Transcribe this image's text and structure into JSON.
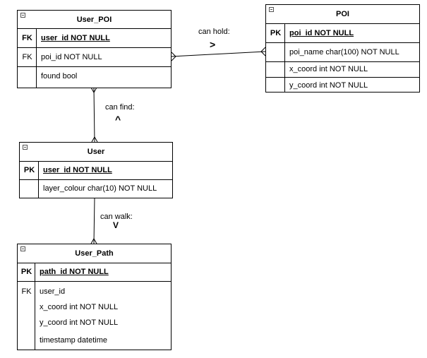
{
  "entities": {
    "user_poi": {
      "title": "User_POI",
      "rows": [
        {
          "key": "FK",
          "attr": "user_id NOT NULL"
        },
        {
          "key": "FK",
          "attr": "poi_id  NOT NULL"
        },
        {
          "key": "",
          "attr": "found bool"
        }
      ]
    },
    "poi": {
      "title": "POI",
      "pk": {
        "key": "PK",
        "attr": "poi_id NOT NULL"
      },
      "rows": [
        {
          "attr": "poi_name char(100) NOT NULL"
        },
        {
          "attr": "x_coord int NOT NULL"
        },
        {
          "attr": "y_coord int NOT NULL"
        }
      ]
    },
    "user": {
      "title": "User",
      "pk": {
        "key": "PK",
        "attr": "user_id NOT NULL"
      },
      "rows": [
        {
          "attr": "layer_colour char(10) NOT NULL"
        }
      ]
    },
    "user_path": {
      "title": "User_Path",
      "pk": {
        "key": "PK",
        "attr": "path_id NOT NULL"
      },
      "fk_key": "FK",
      "rows": [
        {
          "attr": "user_id"
        },
        {
          "attr": "x_coord int NOT NULL"
        },
        {
          "attr": "y_coord int NOT NULL"
        },
        {
          "attr": "timestamp datetime"
        }
      ]
    }
  },
  "relationships": [
    {
      "label": "can hold:",
      "arrow": ">"
    },
    {
      "label": "can find:",
      "arrow": "^"
    },
    {
      "label": "can walk:",
      "arrow": "V"
    }
  ],
  "colors": {
    "line": "#000000",
    "background": "#ffffff",
    "collapse_icon": "#555555"
  }
}
